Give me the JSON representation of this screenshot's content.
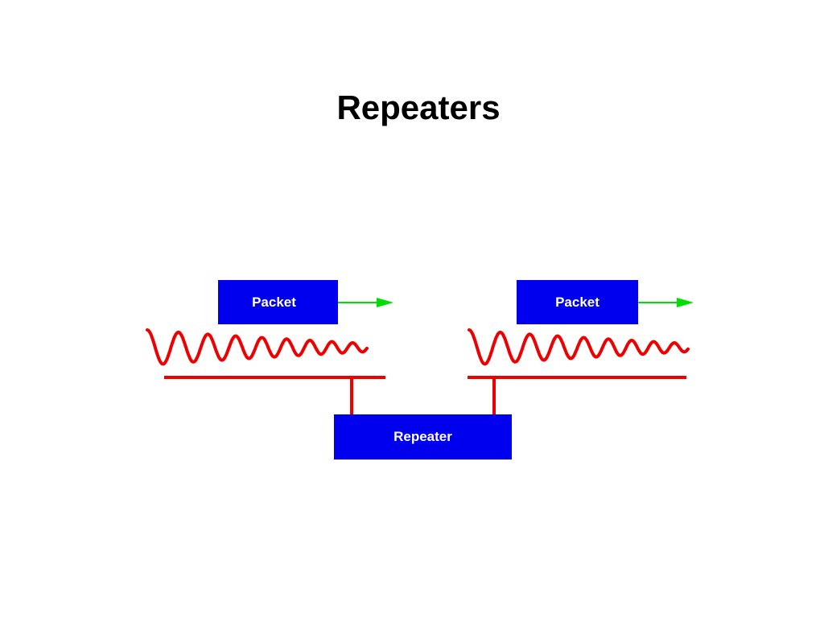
{
  "slide": {
    "title": "Repeaters"
  },
  "diagram": {
    "packet_left_label": "Packet",
    "packet_right_label": "Packet",
    "repeater_label": "Repeater"
  },
  "colors": {
    "box_fill": "#0000ee",
    "box_text": "#ffffff",
    "signal_wave": "#ee0000",
    "cable": "#ee0000",
    "arrow": "#00dd00"
  },
  "icons": {
    "direction_arrow": "arrow-right-icon"
  }
}
